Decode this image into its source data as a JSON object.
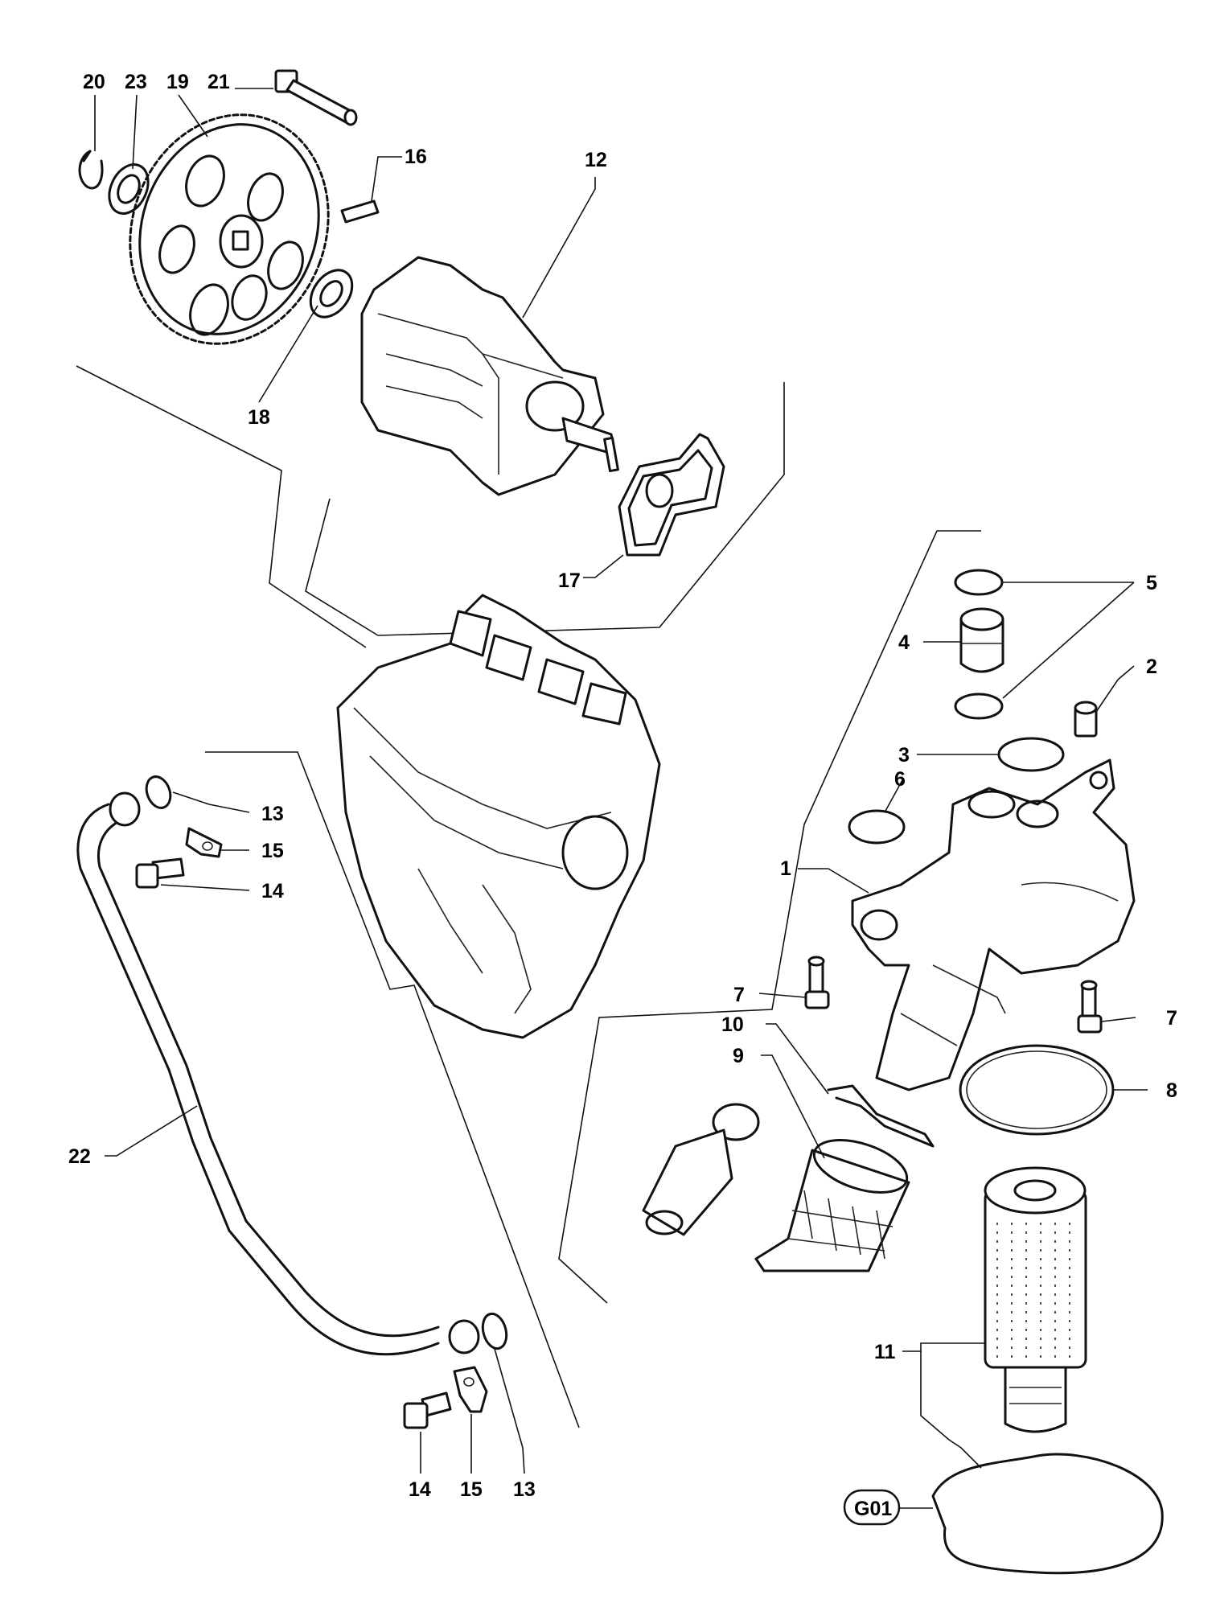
{
  "labels": {
    "n20": "20",
    "n23": "23",
    "n19": "19",
    "n21": "21",
    "n16": "16",
    "n12": "12",
    "n18": "18",
    "n17": "17",
    "n5": "5",
    "n4": "4",
    "n2": "2",
    "n3": "3",
    "n6": "6",
    "n1": "1",
    "n7a": "7",
    "n7b": "7",
    "n10": "10",
    "n9": "9",
    "n8": "8",
    "n13a": "13",
    "n15a": "15",
    "n14a": "14",
    "n22": "22",
    "n11": "11",
    "n14b": "14",
    "n15b": "15",
    "n13b": "13"
  },
  "reference": {
    "g01": "G01"
  }
}
